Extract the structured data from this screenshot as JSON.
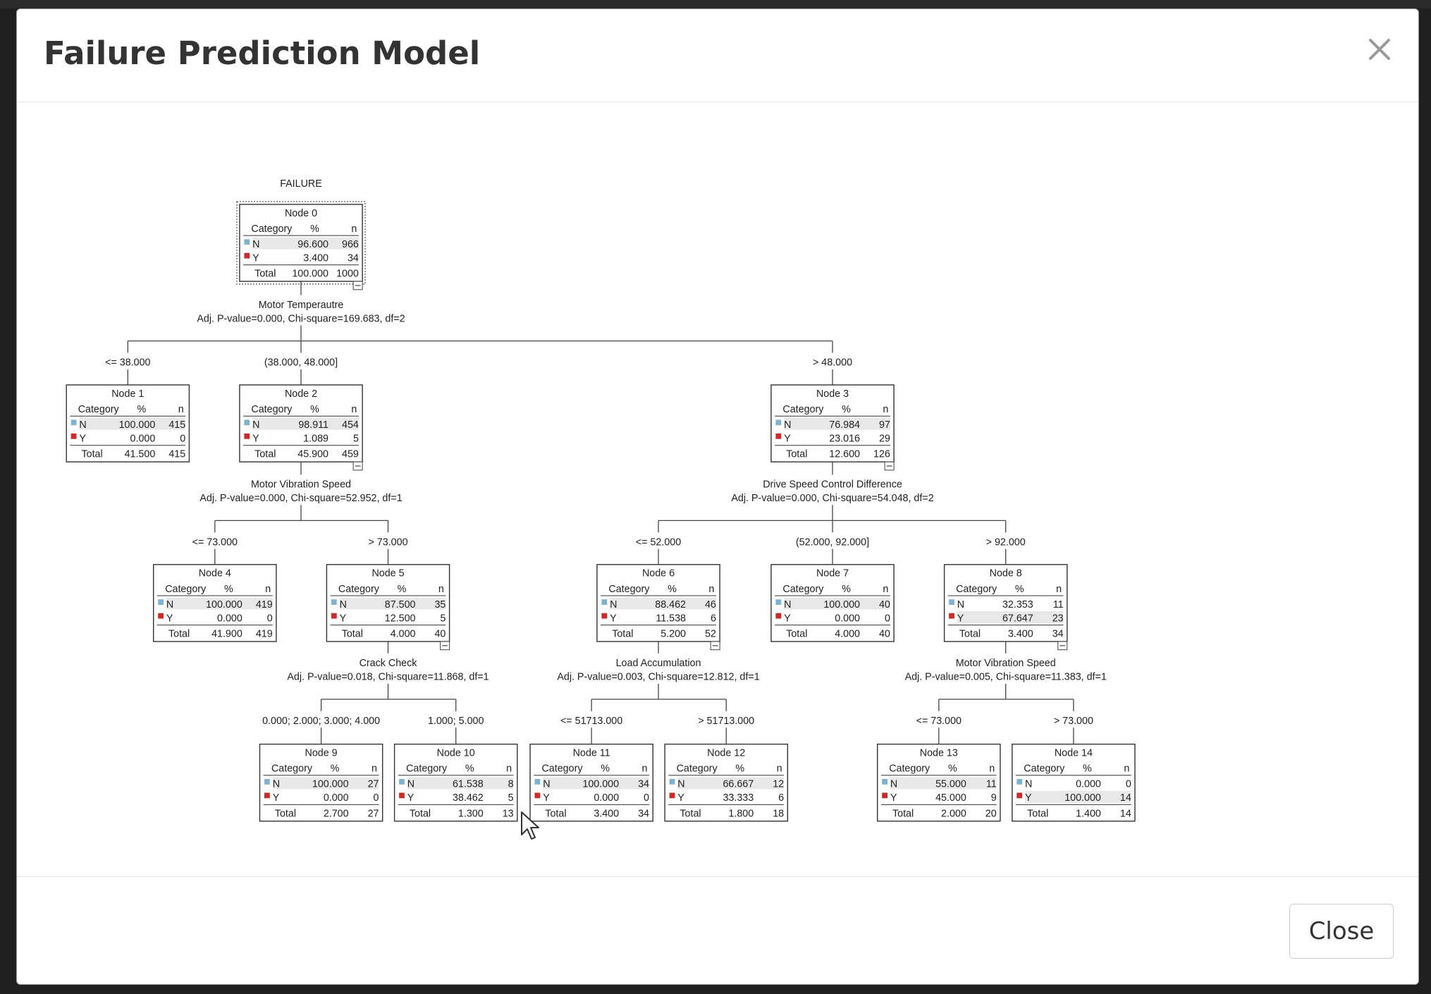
{
  "modal": {
    "title": "Failure Prediction Model",
    "close_button_label": "Close",
    "close_icon": "close-icon"
  },
  "tree": {
    "target_label": "FAILURE",
    "columns": {
      "category": "Category",
      "percent": "%",
      "n": "n"
    },
    "category_colors": {
      "N": "#7fb2d0",
      "Y": "#cc2b2b"
    },
    "nodes": [
      {
        "id": "0",
        "title": "Node 0",
        "rows": [
          {
            "cat": "N",
            "pct": "96.600",
            "n": "966"
          },
          {
            "cat": "Y",
            "pct": "3.400",
            "n": "34"
          }
        ],
        "total": {
          "label": "Total",
          "pct": "100.000",
          "n": "1000"
        }
      },
      {
        "id": "1",
        "title": "Node 1",
        "rows": [
          {
            "cat": "N",
            "pct": "100.000",
            "n": "415"
          },
          {
            "cat": "Y",
            "pct": "0.000",
            "n": "0"
          }
        ],
        "total": {
          "label": "Total",
          "pct": "41.500",
          "n": "415"
        }
      },
      {
        "id": "2",
        "title": "Node 2",
        "rows": [
          {
            "cat": "N",
            "pct": "98.911",
            "n": "454"
          },
          {
            "cat": "Y",
            "pct": "1.089",
            "n": "5"
          }
        ],
        "total": {
          "label": "Total",
          "pct": "45.900",
          "n": "459"
        }
      },
      {
        "id": "3",
        "title": "Node 3",
        "rows": [
          {
            "cat": "N",
            "pct": "76.984",
            "n": "97"
          },
          {
            "cat": "Y",
            "pct": "23.016",
            "n": "29"
          }
        ],
        "total": {
          "label": "Total",
          "pct": "12.600",
          "n": "126"
        }
      },
      {
        "id": "4",
        "title": "Node 4",
        "rows": [
          {
            "cat": "N",
            "pct": "100.000",
            "n": "419"
          },
          {
            "cat": "Y",
            "pct": "0.000",
            "n": "0"
          }
        ],
        "total": {
          "label": "Total",
          "pct": "41.900",
          "n": "419"
        }
      },
      {
        "id": "5",
        "title": "Node 5",
        "rows": [
          {
            "cat": "N",
            "pct": "87.500",
            "n": "35"
          },
          {
            "cat": "Y",
            "pct": "12.500",
            "n": "5"
          }
        ],
        "total": {
          "label": "Total",
          "pct": "4.000",
          "n": "40"
        }
      },
      {
        "id": "6",
        "title": "Node 6",
        "rows": [
          {
            "cat": "N",
            "pct": "88.462",
            "n": "46"
          },
          {
            "cat": "Y",
            "pct": "11.538",
            "n": "6"
          }
        ],
        "total": {
          "label": "Total",
          "pct": "5.200",
          "n": "52"
        }
      },
      {
        "id": "7",
        "title": "Node 7",
        "rows": [
          {
            "cat": "N",
            "pct": "100.000",
            "n": "40"
          },
          {
            "cat": "Y",
            "pct": "0.000",
            "n": "0"
          }
        ],
        "total": {
          "label": "Total",
          "pct": "4.000",
          "n": "40"
        }
      },
      {
        "id": "8",
        "title": "Node 8",
        "rows": [
          {
            "cat": "N",
            "pct": "32.353",
            "n": "11"
          },
          {
            "cat": "Y",
            "pct": "67.647",
            "n": "23"
          }
        ],
        "total": {
          "label": "Total",
          "pct": "3.400",
          "n": "34"
        }
      },
      {
        "id": "9",
        "title": "Node 9",
        "rows": [
          {
            "cat": "N",
            "pct": "100.000",
            "n": "27"
          },
          {
            "cat": "Y",
            "pct": "0.000",
            "n": "0"
          }
        ],
        "total": {
          "label": "Total",
          "pct": "2.700",
          "n": "27"
        }
      },
      {
        "id": "10",
        "title": "Node 10",
        "rows": [
          {
            "cat": "N",
            "pct": "61.538",
            "n": "8"
          },
          {
            "cat": "Y",
            "pct": "38.462",
            "n": "5"
          }
        ],
        "total": {
          "label": "Total",
          "pct": "1.300",
          "n": "13"
        }
      },
      {
        "id": "11",
        "title": "Node 11",
        "rows": [
          {
            "cat": "N",
            "pct": "100.000",
            "n": "34"
          },
          {
            "cat": "Y",
            "pct": "0.000",
            "n": "0"
          }
        ],
        "total": {
          "label": "Total",
          "pct": "3.400",
          "n": "34"
        }
      },
      {
        "id": "12",
        "title": "Node 12",
        "rows": [
          {
            "cat": "N",
            "pct": "66.667",
            "n": "12"
          },
          {
            "cat": "Y",
            "pct": "33.333",
            "n": "6"
          }
        ],
        "total": {
          "label": "Total",
          "pct": "1.800",
          "n": "18"
        }
      },
      {
        "id": "13",
        "title": "Node 13",
        "rows": [
          {
            "cat": "N",
            "pct": "55.000",
            "n": "11"
          },
          {
            "cat": "Y",
            "pct": "45.000",
            "n": "9"
          }
        ],
        "total": {
          "label": "Total",
          "pct": "2.000",
          "n": "20"
        }
      },
      {
        "id": "14",
        "title": "Node 14",
        "rows": [
          {
            "cat": "N",
            "pct": "0.000",
            "n": "0"
          },
          {
            "cat": "Y",
            "pct": "100.000",
            "n": "14"
          }
        ],
        "total": {
          "label": "Total",
          "pct": "1.400",
          "n": "14"
        }
      }
    ],
    "splits": [
      {
        "parent": "0",
        "variable": "Motor Temperautre",
        "stats": "Adj. P-value=0.000, Chi-square=169.683, df=2",
        "branches": [
          {
            "label": "<= 38.000",
            "child": "1"
          },
          {
            "label": "(38.000, 48.000]",
            "child": "2"
          },
          {
            "label": "> 48.000",
            "child": "3"
          }
        ]
      },
      {
        "parent": "2",
        "variable": "Motor Vibration Speed",
        "stats": "Adj. P-value=0.000, Chi-square=52.952, df=1",
        "branches": [
          {
            "label": "<= 73.000",
            "child": "4"
          },
          {
            "label": "> 73.000",
            "child": "5"
          }
        ]
      },
      {
        "parent": "3",
        "variable": "Drive Speed Control Difference",
        "stats": "Adj. P-value=0.000, Chi-square=54.048, df=2",
        "branches": [
          {
            "label": "<= 52.000",
            "child": "6"
          },
          {
            "label": "(52.000, 92.000]",
            "child": "7"
          },
          {
            "label": "> 92.000",
            "child": "8"
          }
        ]
      },
      {
        "parent": "5",
        "variable": "Crack Check",
        "stats": "Adj. P-value=0.018, Chi-square=11.868, df=1",
        "branches": [
          {
            "label": "0.000; 2.000; 3.000; 4.000",
            "child": "9"
          },
          {
            "label": "1.000; 5.000",
            "child": "10"
          }
        ]
      },
      {
        "parent": "6",
        "variable": "Load Accumulation",
        "stats": "Adj. P-value=0.003, Chi-square=12.812, df=1",
        "branches": [
          {
            "label": "<= 51713.000",
            "child": "11"
          },
          {
            "label": "> 51713.000",
            "child": "12"
          }
        ]
      },
      {
        "parent": "8",
        "variable": "Motor Vibration Speed",
        "stats": "Adj. P-value=0.005, Chi-square=11.383, df=1",
        "branches": [
          {
            "label": "<= 73.000",
            "child": "13"
          },
          {
            "label": "> 73.000",
            "child": "14"
          }
        ]
      }
    ]
  }
}
